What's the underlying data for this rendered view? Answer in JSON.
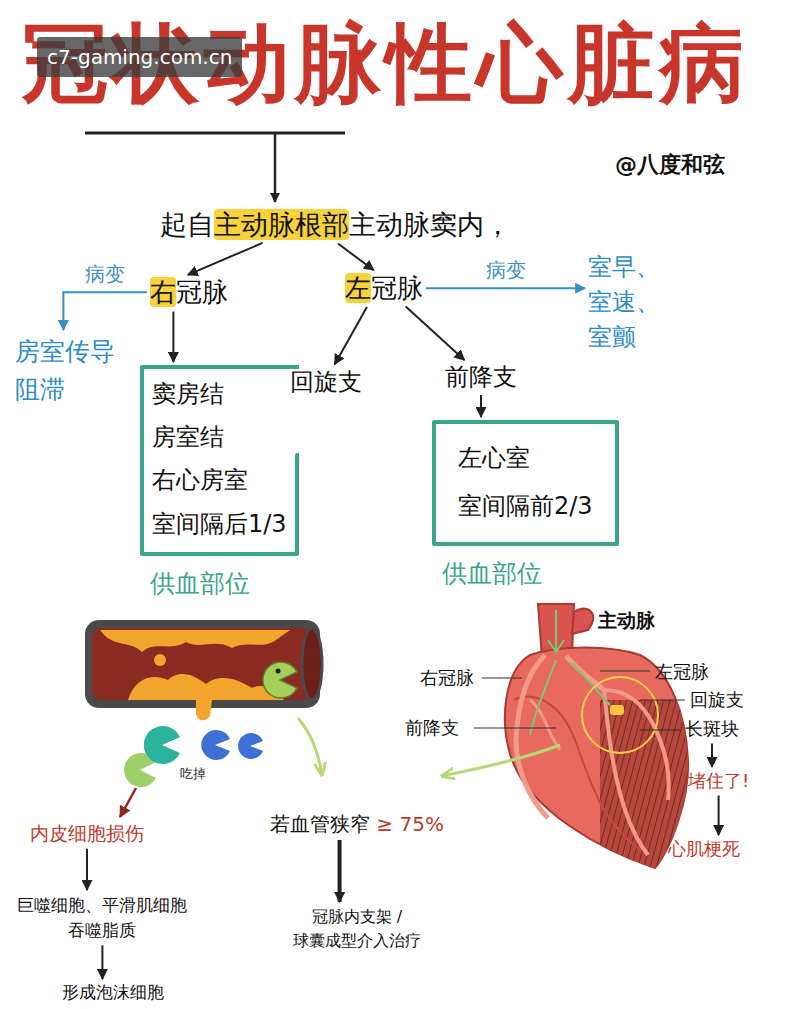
{
  "diagram": {
    "title": "冠状动脉性心脏病",
    "nodes": [
      {
        "text": [
          "起自主动脉根部主动脉窦内，"
        ]
      },
      {
        "text": [
          "右冠脉"
        ]
      },
      {
        "text": [
          "左冠脉"
        ]
      },
      {
        "text": [
          "回旋支"
        ]
      },
      {
        "text": [
          "前降支"
        ]
      },
      {
        "text": [
          "窦房结",
          "房室结",
          "右心房室",
          "室间隔后1/3",
          "供血部位"
        ]
      },
      {
        "text": [
          "左心室",
          "室间隔前2/3",
          "供血部位"
        ]
      },
      {
        "text": [
          "房室传导阻滞"
        ]
      },
      {
        "text": [
          "室早、室速、室颤"
        ]
      },
      {
        "text": [
          "内皮细胞损伤"
        ]
      },
      {
        "text": [
          "巨噬细胞、平滑肌细胞吞噬脂质"
        ]
      },
      {
        "text": [
          "形成泡沫细胞"
        ]
      },
      {
        "text": [
          "若血管狭窄 ≥ 75%"
        ]
      },
      {
        "text": [
          "冠脉内支架 /球囊成型介入治疗"
        ]
      },
      {
        "text": [
          "长斑块"
        ]
      },
      {
        "text": [
          "堵住了!"
        ]
      },
      {
        "text": [
          "心肌梗死"
        ]
      }
    ],
    "edges": [
      {
        "from": 0,
        "to": 1,
        "arrow": "to"
      },
      {
        "from": 0,
        "to": 2,
        "arrow": "to"
      },
      {
        "from": 1,
        "to": 5,
        "arrow": "to"
      },
      {
        "from": 1,
        "to": 7,
        "label": "病变",
        "arrow": "to"
      },
      {
        "from": 2,
        "to": 3,
        "arrow": "to"
      },
      {
        "from": 2,
        "to": 4,
        "arrow": "to"
      },
      {
        "from": 2,
        "to": 8,
        "label": "病变",
        "arrow": "to"
      },
      {
        "from": 4,
        "to": 6,
        "arrow": "to"
      },
      {
        "from": 9,
        "to": 10,
        "arrow": "to"
      },
      {
        "from": 10,
        "to": 11,
        "arrow": "to"
      },
      {
        "from": 12,
        "to": 13,
        "arrow": "to"
      },
      {
        "from": 14,
        "to": 15,
        "arrow": "to"
      },
      {
        "from": 15,
        "to": 16,
        "arrow": "to"
      }
    ],
    "labels": [
      "c7-gaming.com.cn",
      "@八度和弦",
      "吃掉",
      "主动脉",
      "右冠脉",
      "左冠脉",
      "回旋支",
      "前降支"
    ]
  }
}
